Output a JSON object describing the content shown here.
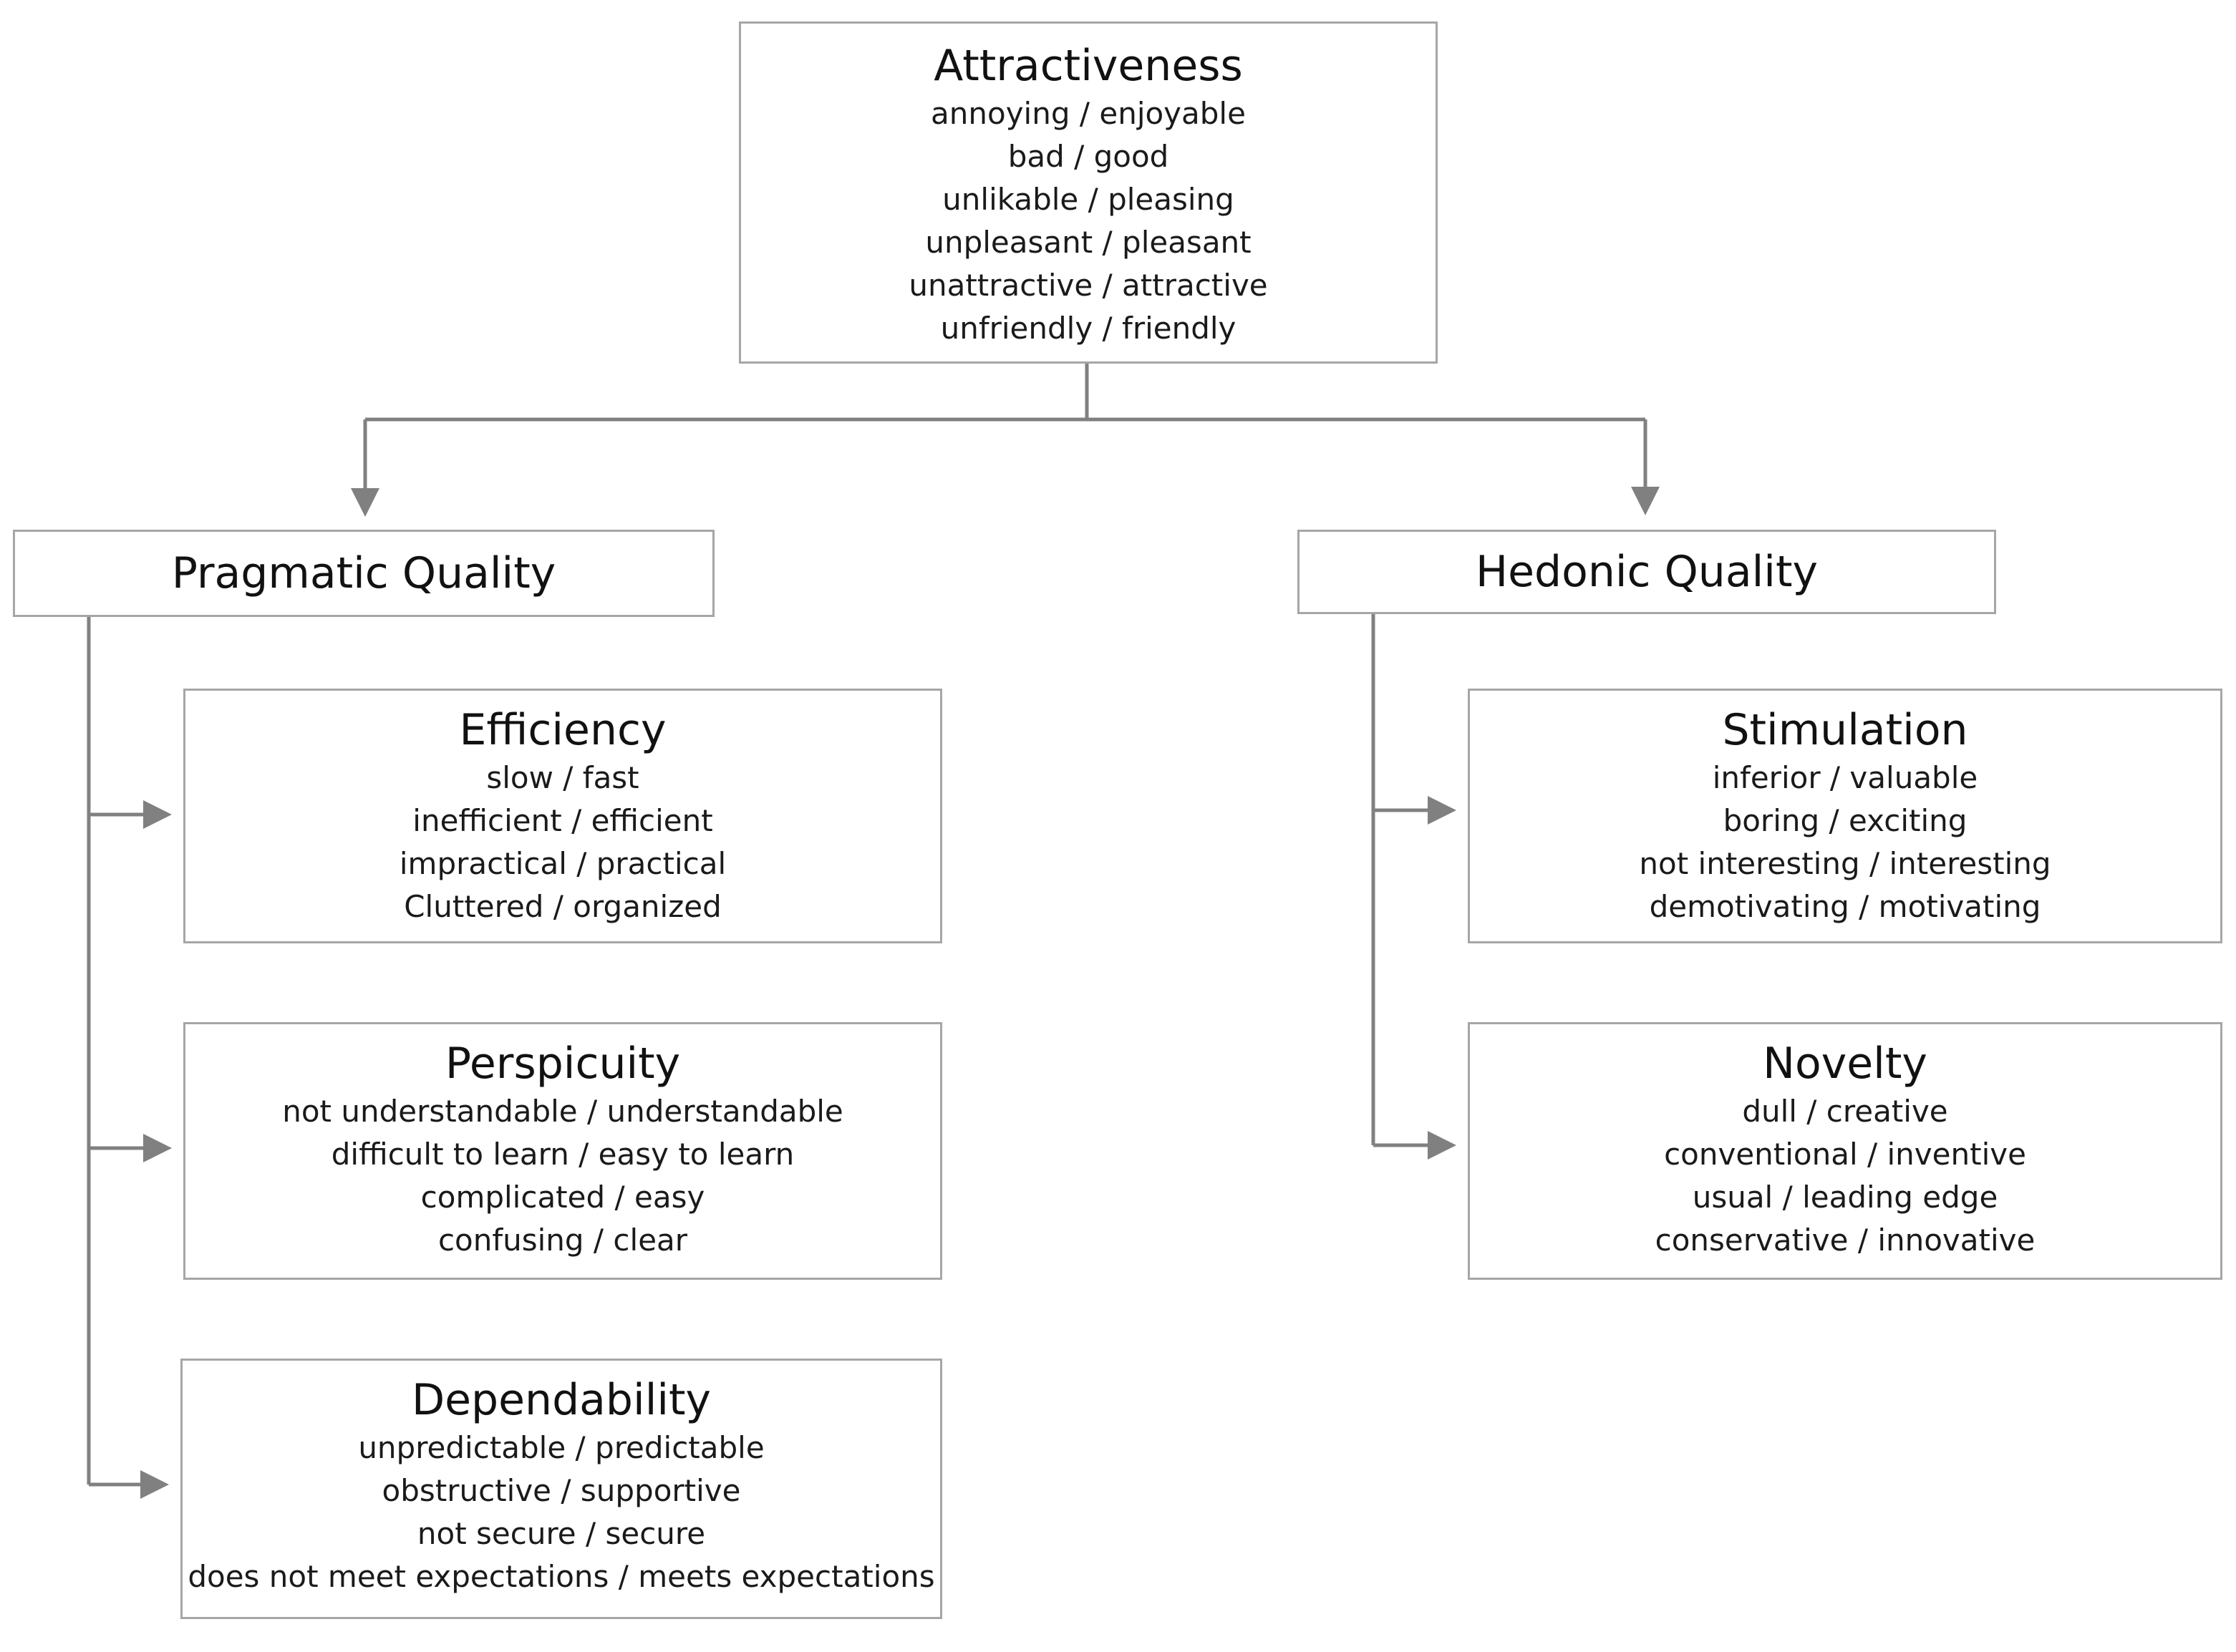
{
  "diagram": {
    "attractiveness": {
      "title": "Attractiveness",
      "items": [
        "annoying / enjoyable",
        "bad / good",
        "unlikable / pleasing",
        "unpleasant / pleasant",
        "unattractive / attractive",
        "unfriendly / friendly"
      ]
    },
    "pragmatic": {
      "title": "Pragmatic Quality"
    },
    "hedonic": {
      "title": "Hedonic Quality"
    },
    "efficiency": {
      "title": "Efficiency",
      "items": [
        "slow / fast",
        "inefficient / efficient",
        "impractical / practical",
        "Cluttered / organized"
      ]
    },
    "perspicuity": {
      "title": "Perspicuity",
      "items": [
        "not understandable / understandable",
        "difficult to learn / easy to learn",
        "complicated / easy",
        "confusing / clear"
      ]
    },
    "dependability": {
      "title": "Dependability",
      "items": [
        "unpredictable / predictable",
        "obstructive / supportive",
        "not secure / secure",
        "does not meet expectations / meets expectations"
      ]
    },
    "stimulation": {
      "title": "Stimulation",
      "items": [
        "inferior / valuable",
        "boring / exciting",
        "not interesting / interesting",
        "demotivating / motivating"
      ]
    },
    "novelty": {
      "title": "Novelty",
      "items": [
        "dull / creative",
        "conventional / inventive",
        "usual / leading edge",
        "conservative / innovative"
      ]
    },
    "line_color": "#808080",
    "border_color": "#a6a6a6"
  }
}
